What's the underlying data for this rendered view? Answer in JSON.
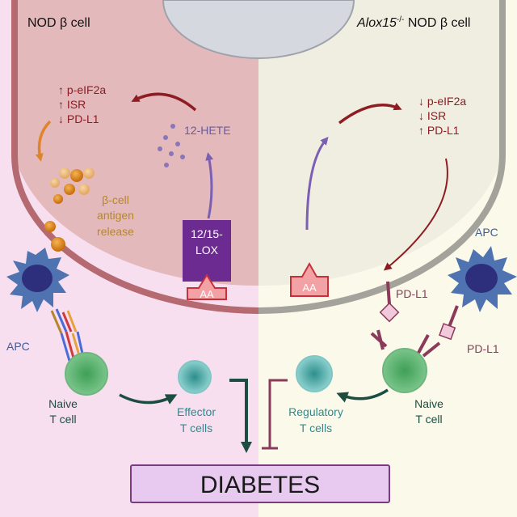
{
  "panels": {
    "left_title": "NOD β cell",
    "right_title_italic": "Alox15",
    "right_title_sup": "-/-",
    "right_title_rest": " NOD β cell"
  },
  "left_cell": {
    "effect_lines": [
      "↑ p-eIF2a",
      "↑ ISR",
      "↓ PD-L1"
    ],
    "metabolite": "12-HETE",
    "enzyme_lines": [
      "12/15-",
      "LOX"
    ],
    "substrate": "AA",
    "antigen_lines": [
      "β-cell",
      "antigen",
      "release"
    ]
  },
  "right_cell": {
    "effect_lines": [
      "↓ p-eIF2a",
      "↓ ISR",
      "↑ PD-L1"
    ],
    "substrate": "AA"
  },
  "immune": {
    "apc_left": "APC",
    "apc_right": "APC",
    "pdl1_top": "PD-L1",
    "pdl1_right": "PD-L1",
    "naive_left": [
      "Naive",
      "T cell"
    ],
    "effector": [
      "Effector",
      "T cells"
    ],
    "regulatory": [
      "Regulatory",
      "T cells"
    ],
    "naive_right": [
      "Naive",
      "T cell"
    ]
  },
  "outcome": {
    "label": "DIABETES"
  },
  "colors": {
    "left_bg": "#f8dff0",
    "right_bg": "#fbf9ea",
    "left_cytoplasm": "#e3b9bb",
    "right_cytoplasm": "#f0eee1",
    "left_membrane": "#b56a72",
    "right_membrane": "#a4a39b",
    "nucleus": "#d6d8df",
    "dark_red": "#8e1c23",
    "lox_purple": "#6b2b90",
    "hete_purple": "#8a75b9",
    "orange_arrow": "#e0842c",
    "antigen_text": "#b5872d",
    "apc_blue": "#4f73b1",
    "apc_nucleus": "#2e2f7c",
    "tcell_green": "#3aa547",
    "teal_text": "#2f8a8f",
    "dark_green": "#1d4d41",
    "pdl1_maroon": "#8a3a5a",
    "diabetes_fill": "#e8c9ef",
    "diabetes_border": "#7a3b7f"
  }
}
